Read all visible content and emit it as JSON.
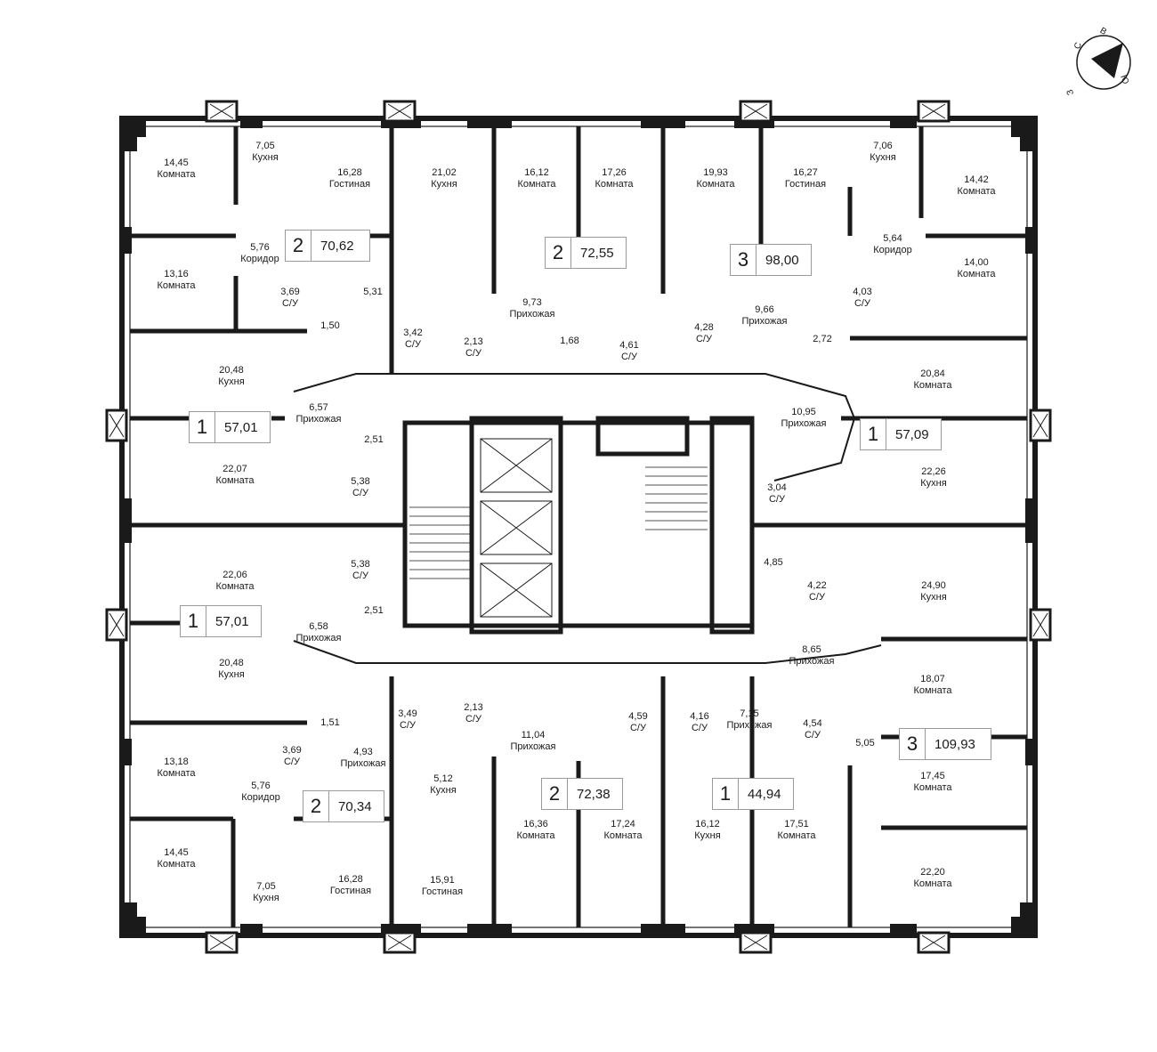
{
  "compass": {
    "n": "С",
    "e": "В",
    "s": "Ю",
    "w": "З"
  },
  "apartments": [
    {
      "rooms": "2",
      "total": "70,62"
    },
    {
      "rooms": "2",
      "total": "72,55"
    },
    {
      "rooms": "3",
      "total": "98,00"
    },
    {
      "rooms": "1",
      "total": "57,01"
    },
    {
      "rooms": "1",
      "total": "57,09"
    },
    {
      "rooms": "1",
      "total": "57,01"
    },
    {
      "rooms": "3",
      "total": "109,93"
    },
    {
      "rooms": "2",
      "total": "70,34"
    },
    {
      "rooms": "2",
      "total": "72,38"
    },
    {
      "rooms": "1",
      "total": "44,94"
    }
  ],
  "rooms": [
    {
      "area": "14,45",
      "name": "Комната"
    },
    {
      "area": "7,05",
      "name": "Кухня"
    },
    {
      "area": "16,28",
      "name": "Гостиная"
    },
    {
      "area": "21,02",
      "name": "Кухня"
    },
    {
      "area": "16,12",
      "name": "Комната"
    },
    {
      "area": "17,26",
      "name": "Комната"
    },
    {
      "area": "19,93",
      "name": "Комната"
    },
    {
      "area": "16,27",
      "name": "Гостиная"
    },
    {
      "area": "7,06",
      "name": "Кухня"
    },
    {
      "area": "14,42",
      "name": "Комната"
    },
    {
      "area": "5,76",
      "name": "Коридор"
    },
    {
      "area": "5,64",
      "name": "Коридор"
    },
    {
      "area": "13,16",
      "name": "Комната"
    },
    {
      "area": "14,00",
      "name": "Комната"
    },
    {
      "area": "3,69",
      "name": "С/У"
    },
    {
      "area": "5,31",
      "name": ""
    },
    {
      "area": "9,73",
      "name": "Прихожая"
    },
    {
      "area": "9,66",
      "name": "Прихожая"
    },
    {
      "area": "4,03",
      "name": "С/У"
    },
    {
      "area": "1,50",
      "name": ""
    },
    {
      "area": "3,42",
      "name": "С/У"
    },
    {
      "area": "2,13",
      "name": "С/У"
    },
    {
      "area": "1,68",
      "name": ""
    },
    {
      "area": "4,61",
      "name": "С/У"
    },
    {
      "area": "4,28",
      "name": "С/У"
    },
    {
      "area": "2,72",
      "name": ""
    },
    {
      "area": "20,48",
      "name": "Кухня"
    },
    {
      "area": "20,84",
      "name": "Комната"
    },
    {
      "area": "6,57",
      "name": "Прихожая"
    },
    {
      "area": "10,95",
      "name": "Прихожая"
    },
    {
      "area": "2,51",
      "name": ""
    },
    {
      "area": "22,07",
      "name": "Комната"
    },
    {
      "area": "5,38",
      "name": "С/У"
    },
    {
      "area": "22,26",
      "name": "Кухня"
    },
    {
      "area": "3,04",
      "name": "С/У"
    },
    {
      "area": "5,38",
      "name": "С/У"
    },
    {
      "area": "22,06",
      "name": "Комната"
    },
    {
      "area": "4,85",
      "name": ""
    },
    {
      "area": "4,22",
      "name": "С/У"
    },
    {
      "area": "24,90",
      "name": "Кухня"
    },
    {
      "area": "2,51",
      "name": ""
    },
    {
      "area": "6,58",
      "name": "Прихожая"
    },
    {
      "area": "8,65",
      "name": "Прихожая"
    },
    {
      "area": "20,48",
      "name": "Кухня"
    },
    {
      "area": "18,07",
      "name": "Комната"
    },
    {
      "area": "3,49",
      "name": "С/У"
    },
    {
      "area": "2,13",
      "name": "С/У"
    },
    {
      "area": "4,59",
      "name": "С/У"
    },
    {
      "area": "4,16",
      "name": "С/У"
    },
    {
      "area": "7,15",
      "name": "Прихожая"
    },
    {
      "area": "4,54",
      "name": "С/У"
    },
    {
      "area": "1,51",
      "name": ""
    },
    {
      "area": "11,04",
      "name": "Прихожая"
    },
    {
      "area": "13,18",
      "name": "Комната"
    },
    {
      "area": "3,69",
      "name": "С/У"
    },
    {
      "area": "4,93",
      "name": "Прихожая"
    },
    {
      "area": "5,05",
      "name": ""
    },
    {
      "area": "17,45",
      "name": "Комната"
    },
    {
      "area": "5,76",
      "name": "Коридор"
    },
    {
      "area": "5,12",
      "name": "Кухня"
    },
    {
      "area": "16,36",
      "name": "Комната"
    },
    {
      "area": "17,24",
      "name": "Комната"
    },
    {
      "area": "16,12",
      "name": "Кухня"
    },
    {
      "area": "17,51",
      "name": "Комната"
    },
    {
      "area": "14,45",
      "name": "Комната"
    },
    {
      "area": "7,05",
      "name": "Кухня"
    },
    {
      "area": "16,28",
      "name": "Гостиная"
    },
    {
      "area": "15,91",
      "name": "Гостиная"
    },
    {
      "area": "22,20",
      "name": "Комната"
    }
  ]
}
